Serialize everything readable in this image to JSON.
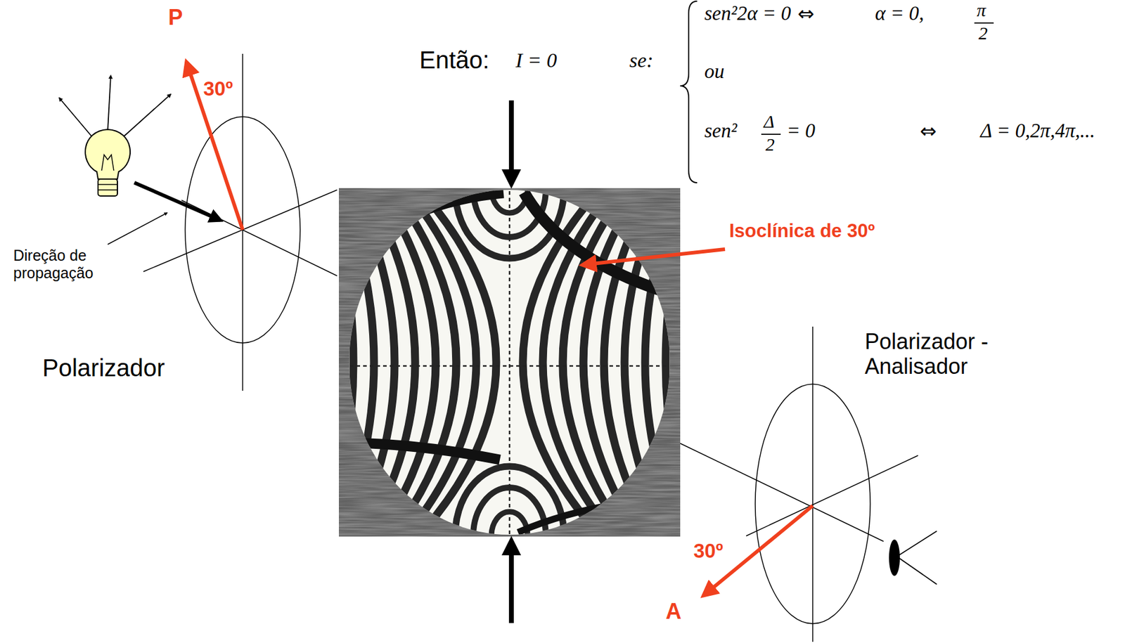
{
  "diagram": {
    "labels": [
      "P",
      "30º",
      "Direção de propagação",
      "Polarizador",
      "Então:",
      "I = 0",
      "se:",
      "sen²2α = 0",
      "⇔",
      "α = 0,",
      "π",
      "2",
      "ou",
      "sen²",
      "Δ",
      "2",
      "= 0",
      "⇔",
      "Δ = 0,2π,4π,...",
      "Isoclínica de 30º",
      "Polarizador - Analisador",
      "30º",
      "A"
    ]
  }
}
